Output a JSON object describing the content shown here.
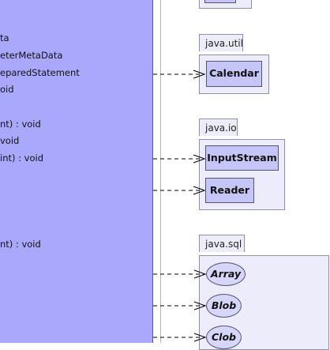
{
  "members": [
    {
      "text": "ta"
    },
    {
      "text": "eterMetaData"
    },
    {
      "text": "eparedStatement"
    },
    {
      "text": "oid"
    },
    {
      "text": "nt) : void"
    },
    {
      "text": "void"
    },
    {
      "text": " int) : void"
    },
    {
      "text": "nt) : void"
    }
  ],
  "packages": {
    "util": {
      "name": "java.util",
      "classes": [
        "Calendar"
      ]
    },
    "io": {
      "name": "java.io",
      "classes": [
        "InputStream",
        "Reader"
      ]
    },
    "sql": {
      "name": "java.sql",
      "interfaces": [
        "Array",
        "Blob",
        "Clob"
      ]
    }
  }
}
